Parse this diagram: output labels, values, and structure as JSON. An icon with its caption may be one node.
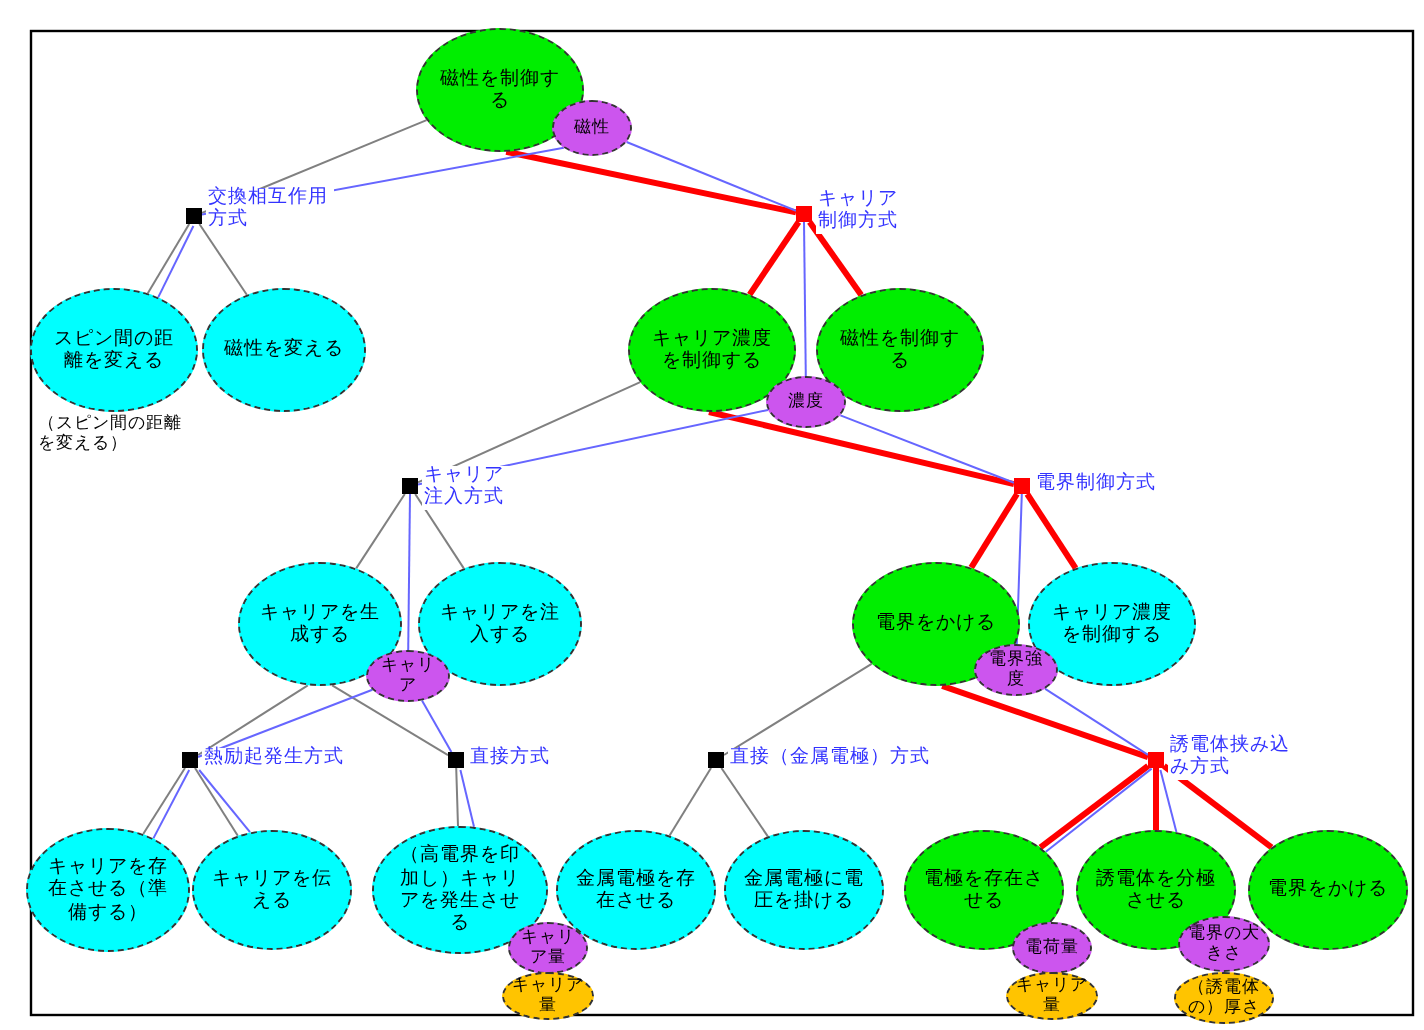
{
  "diagram": {
    "nodes": [
      {
        "text": [
          "磁性を制御する"
        ]
      },
      {
        "text": [
          "磁性"
        ]
      },
      {
        "text": [
          "交換相互作用方式"
        ]
      },
      {
        "text": [
          "キャリア制御方式"
        ]
      },
      {
        "text": [
          "スピン間の距離を変える"
        ],
        "beside": [
          "（スピン間の距離を変える）"
        ]
      },
      {
        "text": [
          "磁性を変える"
        ]
      },
      {
        "text": [
          "キャリア濃度を制御する"
        ]
      },
      {
        "text": [
          "磁性を制御する"
        ]
      },
      {
        "text": [
          "濃度"
        ]
      },
      {
        "text": [
          "キャリア注入方式"
        ]
      },
      {
        "text": [
          "電界制御方式"
        ]
      },
      {
        "text": [
          "キャリアを生成する"
        ]
      },
      {
        "text": [
          "キャリアを注入する"
        ]
      },
      {
        "text": [
          "キャリア"
        ]
      },
      {
        "text": [
          "電界をかける"
        ]
      },
      {
        "text": [
          "キャリア濃度を制御する"
        ]
      },
      {
        "text": [
          "電界強度"
        ]
      },
      {
        "text": [
          "熱励起発生方式"
        ]
      },
      {
        "text": [
          "直接方式"
        ]
      },
      {
        "text": [
          "直接（金属電極）方式"
        ]
      },
      {
        "text": [
          "誘電体挟み込み方式"
        ]
      },
      {
        "text": [
          "キャリアを存在させる（準備する）"
        ]
      },
      {
        "text": [
          "キャリアを伝える"
        ]
      },
      {
        "text": [
          "（高電界を印加し）キャリアを発生させる"
        ]
      },
      {
        "text": [
          "金属電極を存在させる"
        ]
      },
      {
        "text": [
          "金属電極に電圧を掛ける"
        ]
      },
      {
        "text": [
          "電極を存在させる"
        ]
      },
      {
        "text": [
          "誘電体を分極させる"
        ]
      },
      {
        "text": [
          "電界をかける"
        ]
      },
      {
        "text": [
          "キャリア量"
        ]
      },
      {
        "text": [
          "キャリア量"
        ]
      },
      {
        "text": [
          "電荷量"
        ]
      },
      {
        "text": [
          "キャリア量"
        ]
      },
      {
        "text": [
          "電界の大きさ"
        ]
      },
      {
        "text": [
          "（誘電体の）厚さ"
        ]
      }
    ],
    "edges": [
      {
        "from": 0,
        "to": 2,
        "arrow": "none",
        "color": "#808080"
      },
      {
        "from": 0,
        "to": 3,
        "arrow": "none",
        "style": "thick",
        "color": "#ff0000"
      },
      {
        "from": 1,
        "to": 2,
        "arrow": "none",
        "color": "#6666ff"
      },
      {
        "from": 1,
        "to": 3,
        "arrow": "none",
        "color": "#6666ff"
      },
      {
        "from": 2,
        "to": 4,
        "arrow": "none",
        "color": "#808080"
      },
      {
        "from": 2,
        "to": 5,
        "arrow": "none",
        "color": "#808080"
      },
      {
        "from": 2,
        "to": 4,
        "arrow": "none",
        "color": "#6666ff"
      },
      {
        "from": 3,
        "to": 6,
        "arrow": "none",
        "style": "thick",
        "color": "#ff0000"
      },
      {
        "from": 3,
        "to": 7,
        "arrow": "none",
        "style": "thick",
        "color": "#ff0000"
      },
      {
        "from": 3,
        "to": 8,
        "arrow": "none",
        "color": "#6666ff"
      },
      {
        "from": 6,
        "to": 9,
        "arrow": "none",
        "color": "#808080"
      },
      {
        "from": 6,
        "to": 10,
        "arrow": "none",
        "style": "thick",
        "color": "#ff0000"
      },
      {
        "from": 8,
        "to": 9,
        "arrow": "none",
        "color": "#6666ff"
      },
      {
        "from": 8,
        "to": 10,
        "arrow": "none",
        "color": "#6666ff"
      },
      {
        "from": 9,
        "to": 11,
        "arrow": "none",
        "color": "#808080"
      },
      {
        "from": 9,
        "to": 12,
        "arrow": "none",
        "color": "#808080"
      },
      {
        "from": 9,
        "to": 13,
        "arrow": "none",
        "color": "#6666ff"
      },
      {
        "from": 10,
        "to": 14,
        "arrow": "none",
        "style": "thick",
        "color": "#ff0000"
      },
      {
        "from": 10,
        "to": 15,
        "arrow": "none",
        "style": "thick",
        "color": "#ff0000"
      },
      {
        "from": 10,
        "to": 16,
        "arrow": "none",
        "color": "#6666ff"
      },
      {
        "from": 11,
        "to": 17,
        "arrow": "none",
        "color": "#808080"
      },
      {
        "from": 11,
        "to": 18,
        "arrow": "none",
        "color": "#808080"
      },
      {
        "from": 13,
        "to": 17,
        "arrow": "none",
        "color": "#6666ff"
      },
      {
        "from": 13,
        "to": 18,
        "arrow": "none",
        "color": "#6666ff"
      },
      {
        "from": 14,
        "to": 19,
        "arrow": "none",
        "color": "#808080"
      },
      {
        "from": 14,
        "to": 20,
        "arrow": "none",
        "style": "thick",
        "color": "#ff0000"
      },
      {
        "from": 16,
        "to": 20,
        "arrow": "none",
        "color": "#6666ff"
      },
      {
        "from": 17,
        "to": 21,
        "arrow": "none",
        "color": "#808080"
      },
      {
        "from": 17,
        "to": 22,
        "arrow": "none",
        "color": "#808080"
      },
      {
        "from": 17,
        "to": 21,
        "arrow": "none",
        "color": "#6666ff"
      },
      {
        "from": 17,
        "to": 22,
        "arrow": "none",
        "color": "#6666ff"
      },
      {
        "from": 18,
        "to": 23,
        "arrow": "none",
        "color": "#808080"
      },
      {
        "from": 18,
        "to": 23,
        "arrow": "none",
        "color": "#6666ff"
      },
      {
        "from": 19,
        "to": 24,
        "arrow": "none",
        "color": "#808080"
      },
      {
        "from": 19,
        "to": 25,
        "arrow": "none",
        "color": "#808080"
      },
      {
        "from": 20,
        "to": 26,
        "arrow": "none",
        "style": "thick",
        "color": "#ff0000"
      },
      {
        "from": 20,
        "to": 27,
        "arrow": "none",
        "style": "thick",
        "color": "#ff0000"
      },
      {
        "from": 20,
        "to": 28,
        "arrow": "none",
        "style": "thick",
        "color": "#ff0000"
      },
      {
        "from": 20,
        "to": 26,
        "arrow": "none",
        "color": "#6666ff"
      },
      {
        "from": 20,
        "to": 27,
        "arrow": "none",
        "color": "#6666ff"
      }
    ]
  }
}
